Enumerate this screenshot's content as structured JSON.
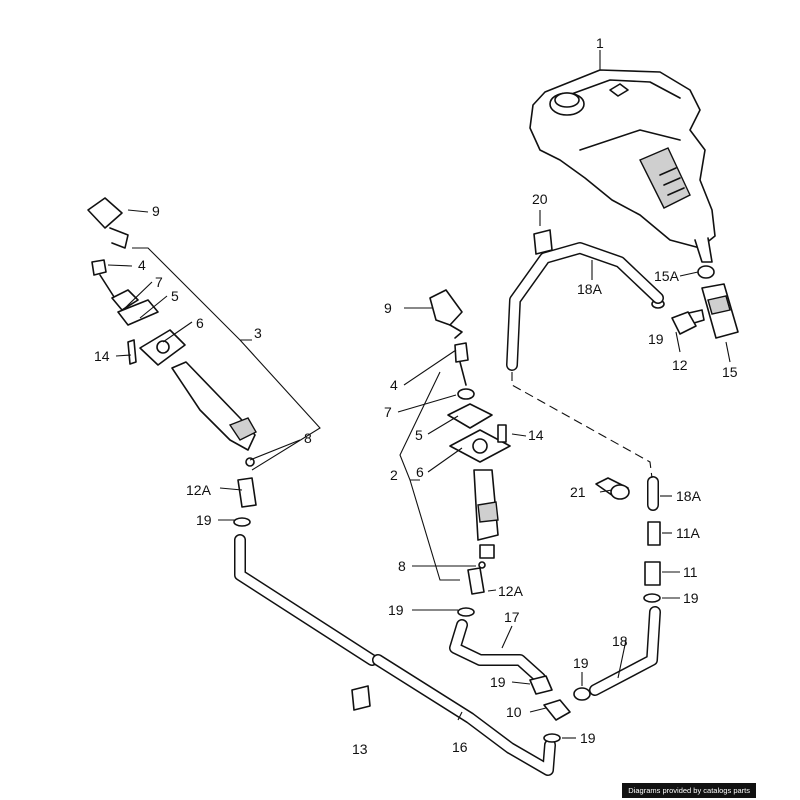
{
  "labels": {
    "p1": "1",
    "p2": "2",
    "p3": "3",
    "p4a": "4",
    "p4b": "4",
    "p5a": "5",
    "p5b": "5",
    "p6a": "6",
    "p6b": "6",
    "p7a": "7",
    "p7b": "7",
    "p8a": "8",
    "p8b": "8",
    "p9a": "9",
    "p9b": "9",
    "p10": "10",
    "p11": "11",
    "p11a": "11A",
    "p12": "12",
    "p12aL": "12A",
    "p12aM": "12A",
    "p13": "13",
    "p14a": "14",
    "p14b": "14",
    "p15": "15",
    "p15a": "15A",
    "p16": "16",
    "p17": "17",
    "p18": "18",
    "p18aT": "18A",
    "p18aR": "18A",
    "p19a": "19",
    "p19b": "19",
    "p19c": "19",
    "p19d": "19",
    "p19e": "19",
    "p19f": "19",
    "p19g": "19",
    "p20": "20",
    "p21": "21"
  },
  "watermark": "Diagrams provided by catalogs parts"
}
